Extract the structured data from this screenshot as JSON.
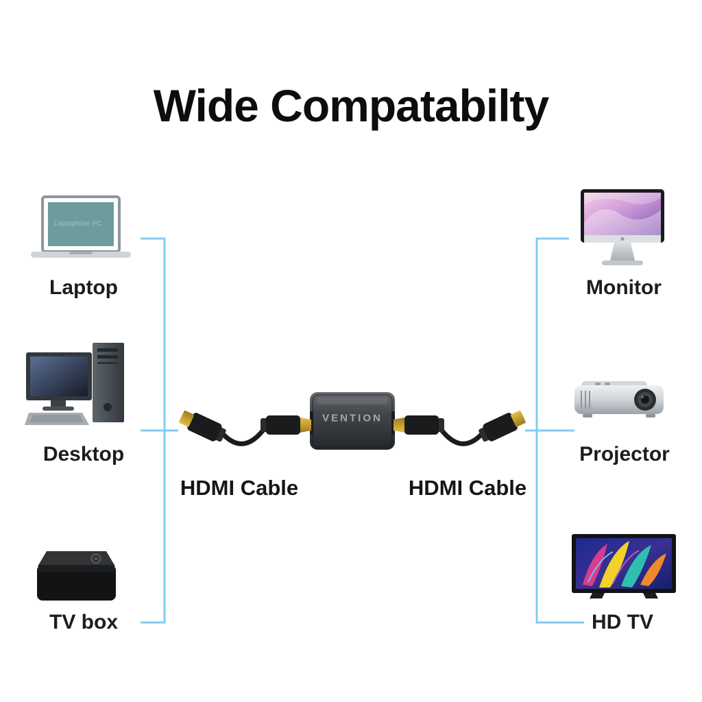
{
  "title": "Wide Compatabilty",
  "colors": {
    "accent_line": "#7fcdf0",
    "cable_gold": "#c9a227"
  },
  "left_devices": [
    {
      "label": "Laptop"
    },
    {
      "label": "Desktop"
    },
    {
      "label": "TV box"
    }
  ],
  "right_devices": [
    {
      "label": "Monitor"
    },
    {
      "label": "Projector"
    },
    {
      "label": "HD TV"
    }
  ],
  "center": {
    "left_cable_label": "HDMI Cable",
    "right_cable_label": "HDMI Cable",
    "coupler_brand": "VENTION"
  },
  "laptop_screen_text": "Laptophone PC"
}
